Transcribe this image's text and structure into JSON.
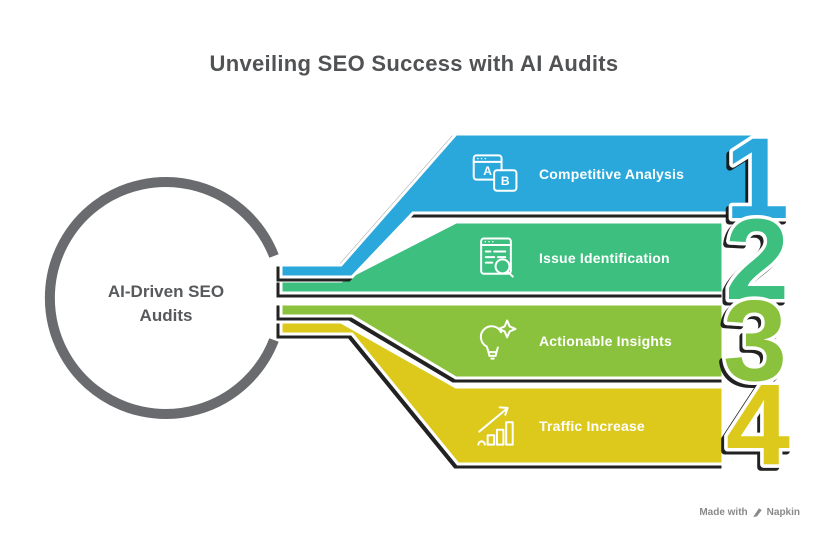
{
  "title": "Unveiling SEO Success with AI Audits",
  "hub": {
    "label": "AI-Driven SEO Audits"
  },
  "steps": [
    {
      "number": "1",
      "label": "Competitive Analysis",
      "color": "#29A8DB",
      "icon": "ab-comparison-windows-icon"
    },
    {
      "number": "2",
      "label": "Issue Identification",
      "color": "#3EBF80",
      "icon": "audit-report-magnifier-icon"
    },
    {
      "number": "3",
      "label": "Actionable Insights",
      "color": "#8BC23D",
      "icon": "lightbulb-sparkle-icon"
    },
    {
      "number": "4",
      "label": "Traffic Increase",
      "color": "#DCC91C",
      "icon": "growth-bar-chart-icon"
    }
  ],
  "colors": {
    "background": "#FFFFFF",
    "circle_ring": "#6A6B6E",
    "title_text": "#515254",
    "hub_text": "#58595B",
    "step_label_text": "#FFFFFF",
    "shape_outline": "#FFFFFF",
    "shape_shadow": "#151515"
  },
  "footer": {
    "made_with": "Made with",
    "brand": "Napkin"
  }
}
